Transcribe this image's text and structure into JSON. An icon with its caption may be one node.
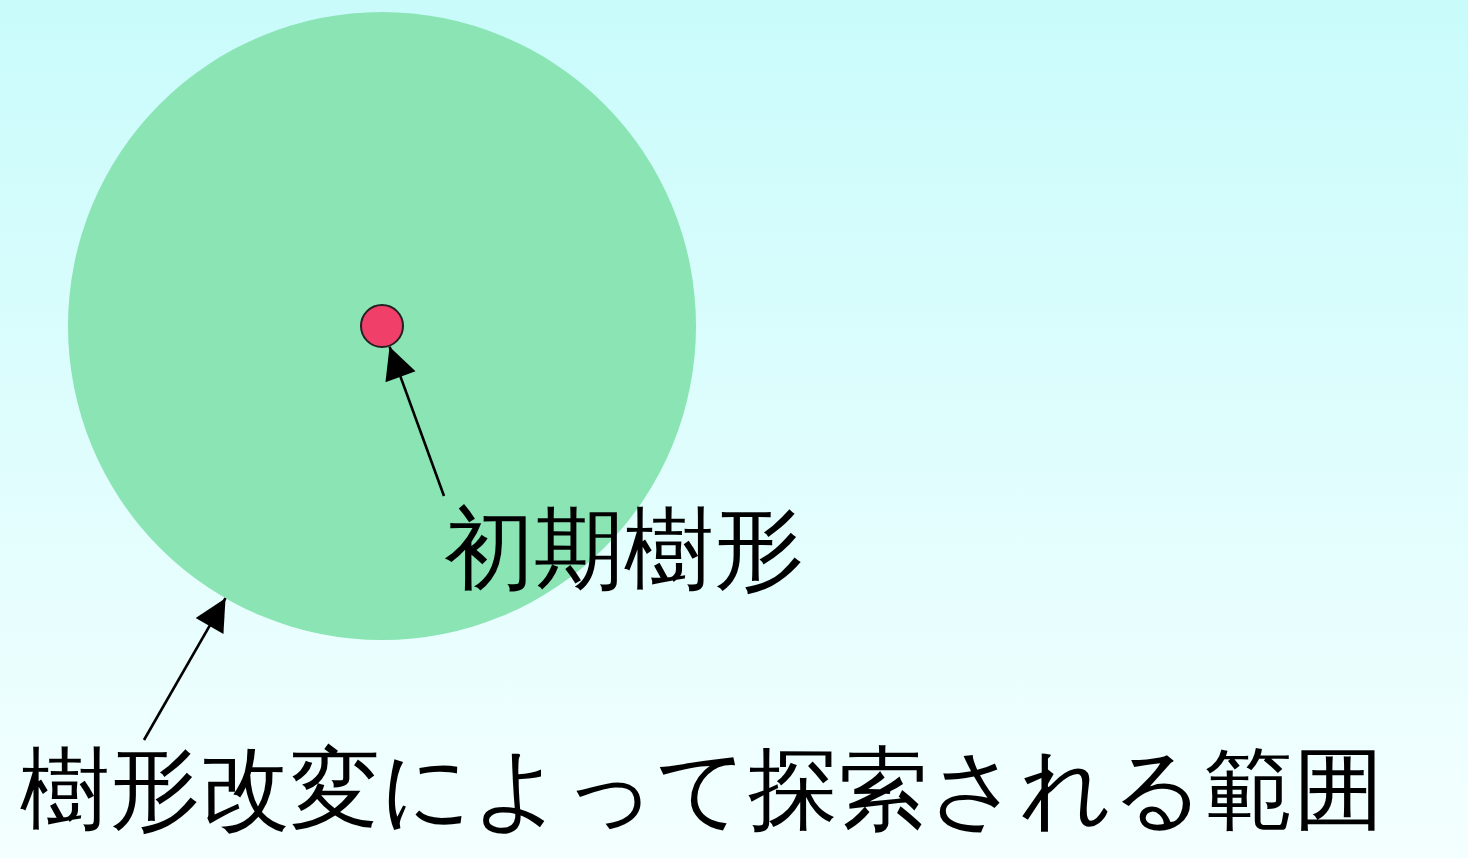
{
  "diagram": {
    "nodes": [
      {
        "text": [],
        "shape": "circle"
      },
      {
        "text": [],
        "shape": "circle",
        "in": 0
      },
      {
        "text": [
          "初期樹形"
        ]
      },
      {
        "text": [
          "樹形改変によって探索される範囲"
        ]
      }
    ],
    "edges": [
      {
        "from": 2,
        "to": 1,
        "arrow": "to"
      },
      {
        "from": 3,
        "to": 0,
        "arrow": "to"
      }
    ]
  }
}
